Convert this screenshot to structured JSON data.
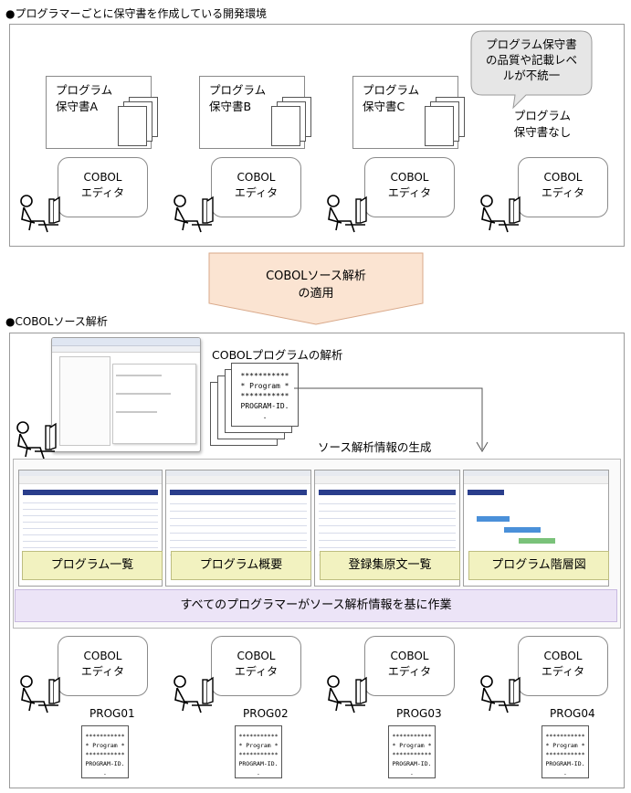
{
  "section1": {
    "heading": "●プログラマーごとに保守書を作成している開発環境",
    "docs": [
      {
        "line1": "プログラム",
        "line2": "保守書A"
      },
      {
        "line1": "プログラム",
        "line2": "保守書B"
      },
      {
        "line1": "プログラム",
        "line2": "保守書C"
      }
    ],
    "callout": {
      "line1": "プログラム保守書",
      "line2": "の品質や記載レベ",
      "line3": "ルが不統一"
    },
    "no_doc": {
      "line1": "プログラム",
      "line2": "保守書なし"
    },
    "editors": [
      {
        "line1": "COBOL",
        "line2": "エディタ"
      },
      {
        "line1": "COBOL",
        "line2": "エディタ"
      },
      {
        "line1": "COBOL",
        "line2": "エディタ"
      },
      {
        "line1": "COBOL",
        "line2": "エディタ"
      }
    ]
  },
  "transition": {
    "line1": "COBOLソース解析",
    "line2": "の適用"
  },
  "section2": {
    "heading": "●COBOLソース解析",
    "analysis_title": "COBOLプログラムの解析",
    "generation_label": "ソース解析情報の生成",
    "source_print": {
      "stars": "***********",
      "program": "* Program *",
      "id": "PROGRAM-ID.",
      "dot": "."
    },
    "info_items": [
      "プログラム一覧",
      "プログラム概要",
      "登録集原文一覧",
      "プログラム階層図"
    ],
    "banner": "すべてのプログラマーがソース解析情報を基に作業",
    "editors": [
      {
        "line1": "COBOL",
        "line2": "エディタ",
        "prog": "PROG01"
      },
      {
        "line1": "COBOL",
        "line2": "エディタ",
        "prog": "PROG02"
      },
      {
        "line1": "COBOL",
        "line2": "エディタ",
        "prog": "PROG03"
      },
      {
        "line1": "COBOL",
        "line2": "エディタ",
        "prog": "PROG04"
      }
    ]
  },
  "colors": {
    "callout_fill": "#e6e6e6",
    "arrow_fill": "#fbe4d2",
    "yellow_label": "#f2f2c0",
    "banner_fill": "#ece4f7",
    "screen_blue": "#2a3e8c"
  }
}
